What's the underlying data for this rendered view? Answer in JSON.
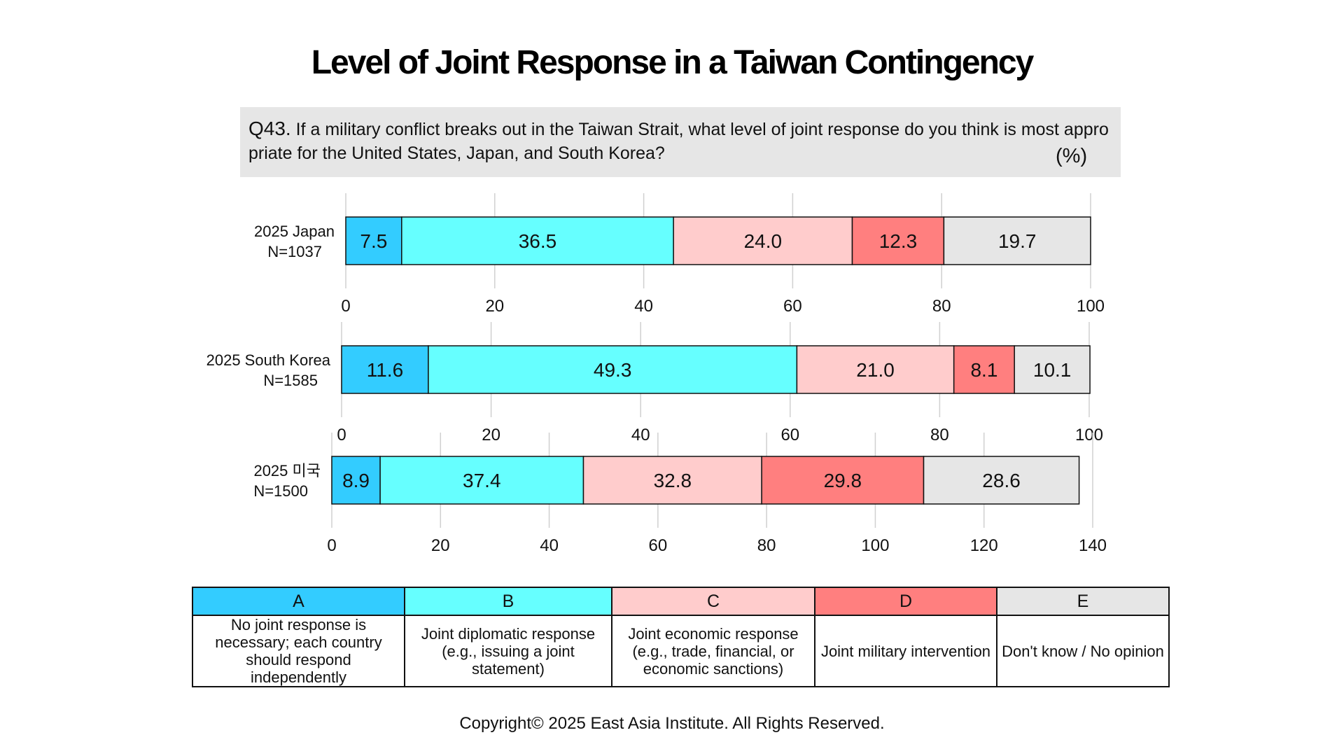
{
  "title": "Level of Joint Response in a Taiwan Contingency",
  "question": {
    "number": "Q43.",
    "text": "If a military conflict breaks out in the Taiwan Strait, what level of joint response do you think is most appropriate for the United States, Japan, and South Korea?",
    "unit": "(%)"
  },
  "chart_data": {
    "type": "bar",
    "orientation": "horizontal",
    "stacked": true,
    "grid": true,
    "categories": [
      "A",
      "B",
      "C",
      "D",
      "E"
    ],
    "colors": [
      "#33ccff",
      "#66ffff",
      "#ffcccc",
      "#ff7f7f",
      "#e6e6e6"
    ],
    "panels": [
      {
        "label": "2025 Japan",
        "n": "N=1037",
        "values": [
          7.5,
          36.5,
          24.0,
          12.3,
          19.7
        ],
        "xlim": [
          0,
          100
        ],
        "ticks": [
          0,
          20,
          40,
          60,
          80,
          100
        ]
      },
      {
        "label": "2025 South Korea",
        "n": "N=1585",
        "values": [
          11.6,
          49.3,
          21.0,
          8.1,
          10.1
        ],
        "xlim": [
          0,
          100
        ],
        "ticks": [
          0,
          20,
          40,
          60,
          80,
          100
        ]
      },
      {
        "label": "2025 미국",
        "n": "N=1500",
        "values": [
          8.9,
          37.4,
          32.8,
          29.8,
          28.6
        ],
        "xlim": [
          0,
          140
        ],
        "ticks": [
          0,
          20,
          40,
          60,
          80,
          100,
          120,
          140
        ]
      }
    ]
  },
  "legend": [
    {
      "code": "A",
      "color": "#33ccff",
      "description": "No joint response is necessary; each country should respond independently"
    },
    {
      "code": "B",
      "color": "#66ffff",
      "description": "Joint diplomatic response (e.g., issuing a joint statement)"
    },
    {
      "code": "C",
      "color": "#ffcccc",
      "description": "Joint economic response (e.g., trade, financial, or economic sanctions)"
    },
    {
      "code": "D",
      "color": "#ff7f7f",
      "description": "Joint military intervention"
    },
    {
      "code": "E",
      "color": "#e6e6e6",
      "description": "Don't know / No opinion"
    }
  ],
  "copyright": "Copyright© 2025 East Asia Institute. All Rights Reserved."
}
